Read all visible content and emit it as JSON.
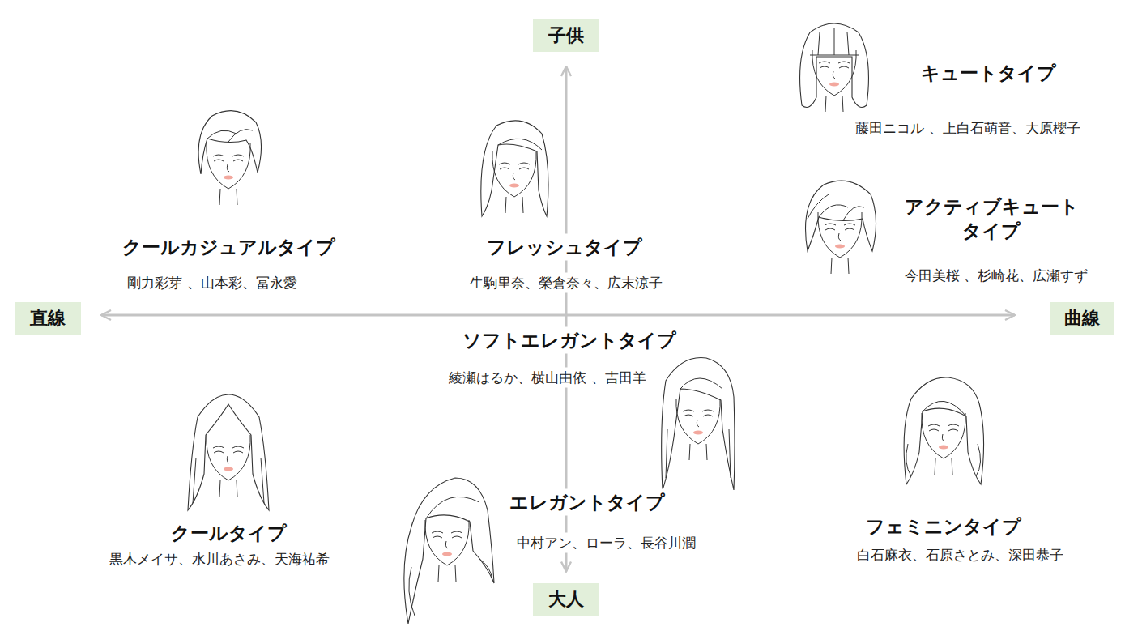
{
  "diagram": {
    "nodes": [
      {
        "text": [
          "子供"
        ]
      },
      {
        "text": [
          "直線"
        ]
      },
      {
        "text": [
          "曲線"
        ]
      },
      {
        "text": [
          "大人"
        ]
      }
    ],
    "edges": [
      {
        "from": 0,
        "to": 3,
        "arrow": "both"
      },
      {
        "from": 1,
        "to": 2,
        "arrow": "both"
      }
    ],
    "labels": [
      "キュートタイプ",
      "藤田ニコル 、上白石萌音、大原櫻子",
      "クールカジュアルタイプ",
      "剛力彩芽 、山本彩、冨永愛",
      "フレッシュタイプ",
      "生駒里奈、榮倉奈々、広末涼子",
      "アクティブキュート タイプ",
      "今田美桜 、杉崎花、広瀬すず",
      "ソフトエレガントタイプ",
      "綾瀬はるか、横山由依 、吉田羊",
      "エレガントタイプ",
      "中村アン、ローラ、長谷川潤",
      "クールタイプ",
      "黒木メイサ、水川あさみ、天海祐希",
      "フェミニンタイプ",
      "白石麻衣、石原さとみ、深田恭子"
    ]
  }
}
